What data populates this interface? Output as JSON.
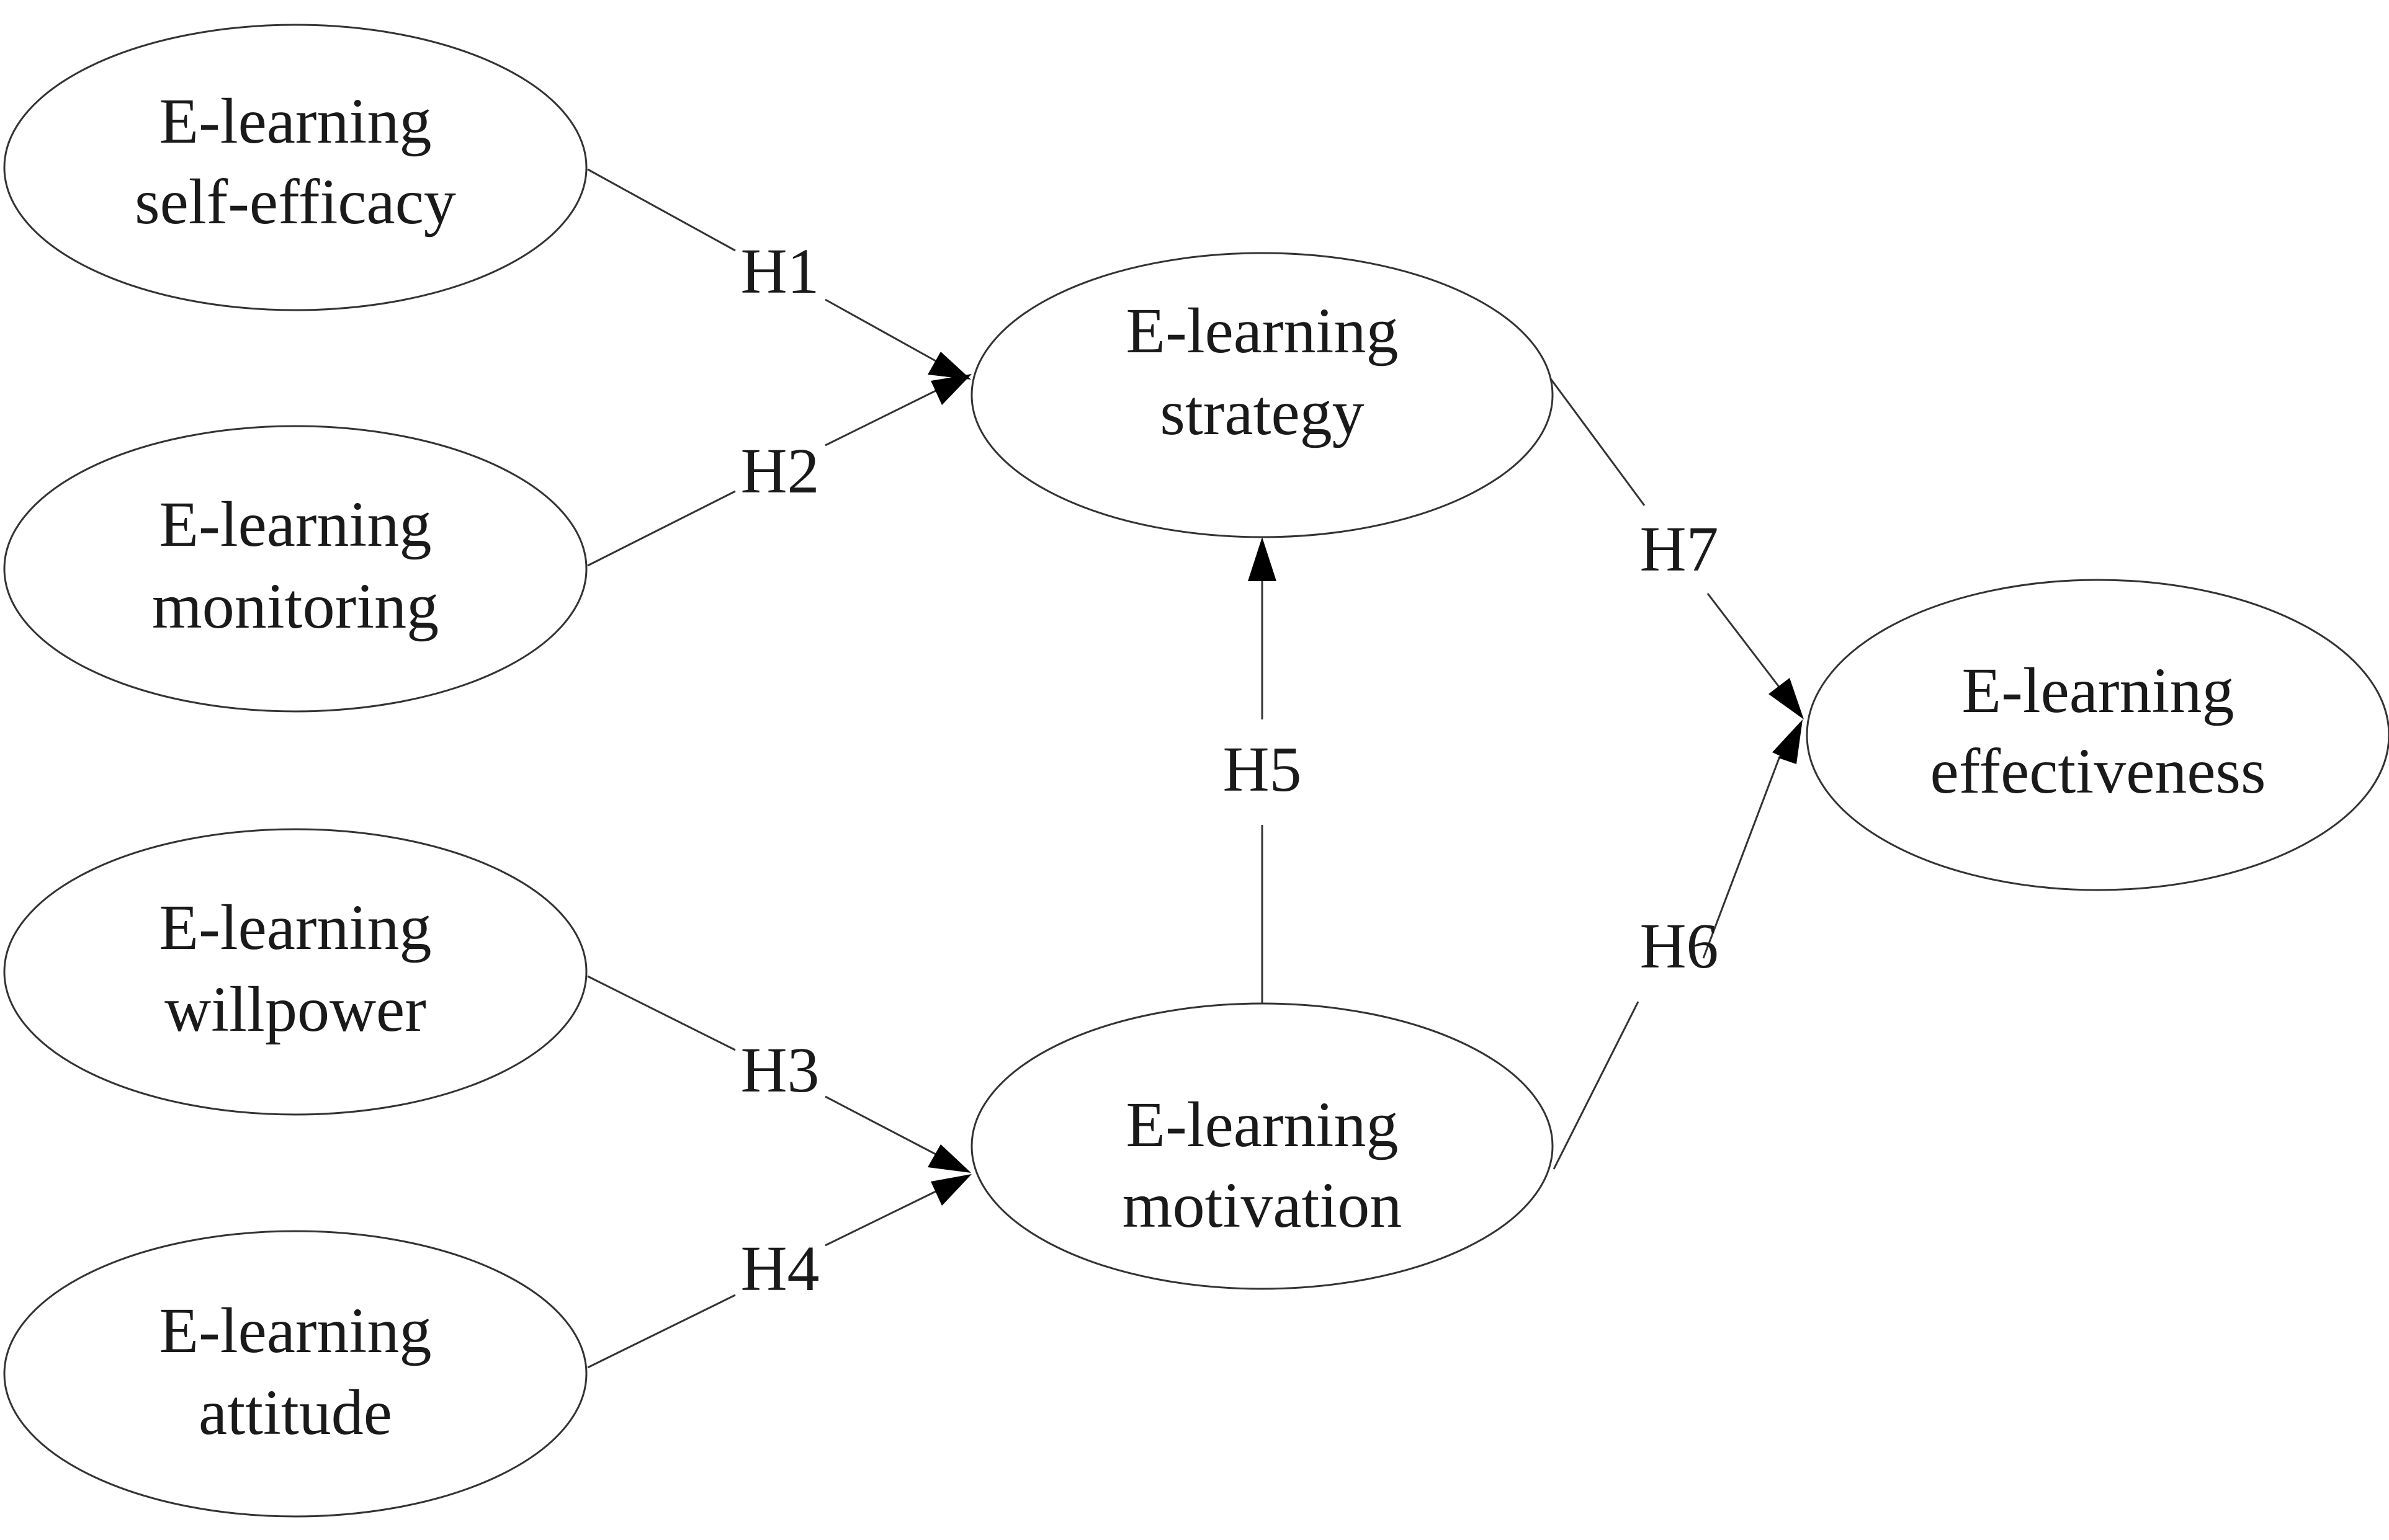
{
  "nodes": {
    "self_efficacy": {
      "line1": "E-learning",
      "line2": "self-efficacy"
    },
    "monitoring": {
      "line1": "E-learning",
      "line2": "monitoring"
    },
    "willpower": {
      "line1": "E-learning",
      "line2": "willpower"
    },
    "attitude": {
      "line1": "E-learning",
      "line2": "attitude"
    },
    "strategy": {
      "line1": "E-learning",
      "line2": "strategy"
    },
    "motivation": {
      "line1": "E-learning",
      "line2": "motivation"
    },
    "effectiveness": {
      "line1": "E-learning",
      "line2": "effectiveness"
    }
  },
  "edges": {
    "h1": {
      "label": "H1",
      "from": "self_efficacy",
      "to": "strategy"
    },
    "h2": {
      "label": "H2",
      "from": "monitoring",
      "to": "strategy"
    },
    "h3": {
      "label": "H3",
      "from": "willpower",
      "to": "motivation"
    },
    "h4": {
      "label": "H4",
      "from": "attitude",
      "to": "motivation"
    },
    "h5": {
      "label": "H5",
      "from": "motivation",
      "to": "strategy"
    },
    "h6": {
      "label": "H6",
      "from": "motivation",
      "to": "effectiveness"
    },
    "h7": {
      "label": "H7",
      "from": "strategy",
      "to": "effectiveness"
    }
  },
  "colors": {
    "stroke": "#333333",
    "arrowhead": "#000000",
    "text": "#1a1a1a",
    "background": "#ffffff"
  }
}
